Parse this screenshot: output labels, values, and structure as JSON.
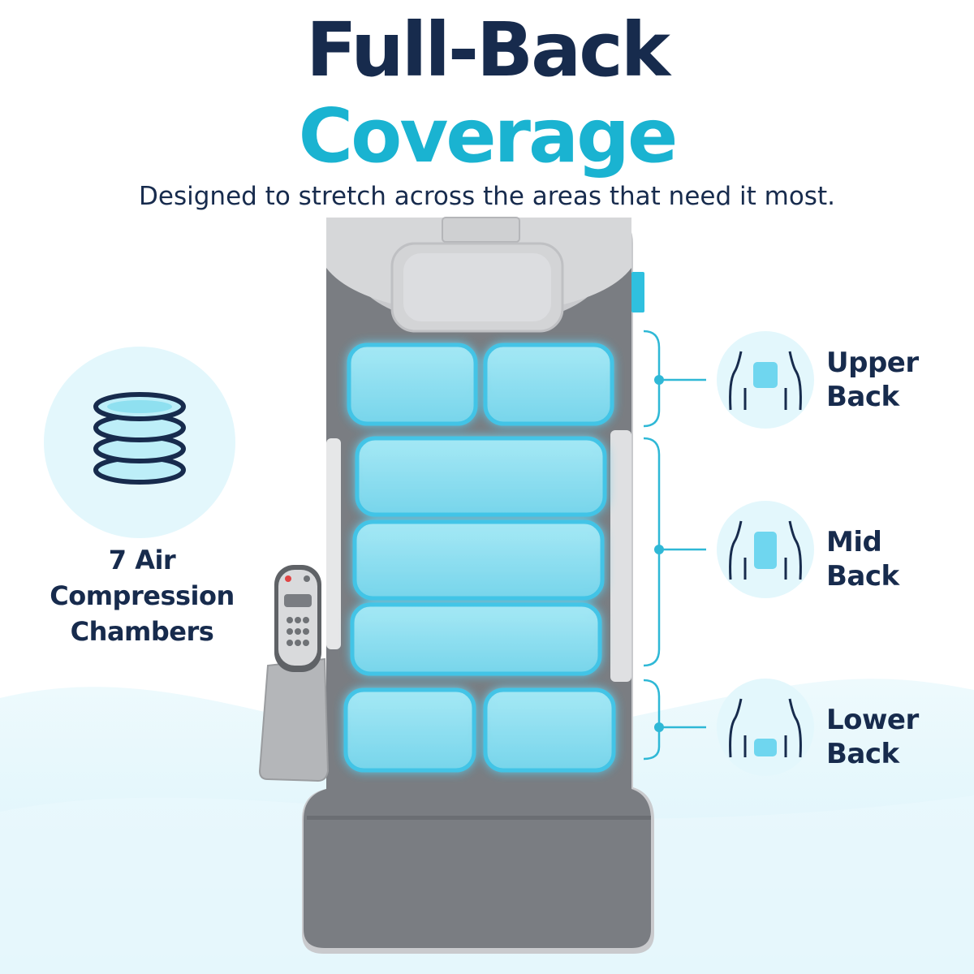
{
  "title": {
    "line1": "Full-Back",
    "line2": "Coverage"
  },
  "subtitle": "Designed to stretch across the areas that need it most.",
  "feature": {
    "label_line1": "7 Air",
    "label_line2": "Compression",
    "label_line3": "Chambers"
  },
  "zones": [
    {
      "line1": "Upper",
      "line2": "Back"
    },
    {
      "line1": "Mid",
      "line2": "Back"
    },
    {
      "line1": "Lower",
      "line2": "Back"
    }
  ],
  "colors": {
    "navy": "#172b4d",
    "accent": "#1ab3d1",
    "chamber_fill": "#8fe0f0",
    "chamber_glow": "#3cc4e8",
    "circle_bg": "#e3f7fc",
    "mat_gray": "#7a7d82",
    "mat_light": "#d6d7d9"
  }
}
